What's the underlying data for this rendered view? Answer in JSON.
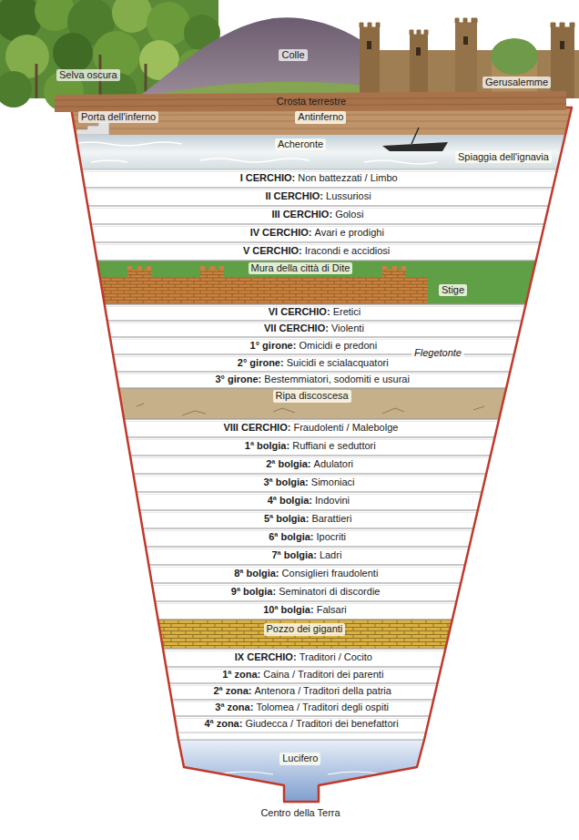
{
  "diagram": {
    "nodes": [
      {
        "text": [
          "Crosta terrestre"
        ]
      },
      {
        "text": [
          "Antinferno"
        ]
      },
      {
        "text": [
          "Acheronte",
          "Spiaggia dell'ignavia"
        ]
      },
      {
        "text": [
          "I CERCHIO:",
          "Non battezzati / Limbo"
        ]
      },
      {
        "text": [
          "II CERCHIO:",
          "Lussuriosi"
        ]
      },
      {
        "text": [
          "III CERCHIO:",
          "Golosi"
        ]
      },
      {
        "text": [
          "IV CERCHIO:",
          "Avari e prodighi"
        ]
      },
      {
        "text": [
          "V CERCHIO:",
          "Iracondi e accidiosi"
        ]
      },
      {
        "text": [
          "Mura della città di Dite",
          "Stige"
        ]
      },
      {
        "text": [
          "VI CERCHIO:",
          "Eretici"
        ]
      },
      {
        "text": [
          "VII CERCHIO:",
          "Violenti"
        ]
      },
      {
        "text": [
          "1° girone:",
          "Omicidi e predoni"
        ]
      },
      {
        "text": [
          "2° girone:",
          "Suicidi e scialacquatori"
        ]
      },
      {
        "text": [
          "3° girone:",
          "Bestemmiatori, sodomiti e usurai"
        ]
      },
      {
        "text": [
          "Ripa discoscesa"
        ]
      },
      {
        "text": [
          "VIII CERCHIO:",
          "Fraudolenti / Malebolge"
        ]
      },
      {
        "text": [
          "1ª bolgia:",
          "Ruffiani e seduttori"
        ]
      },
      {
        "text": [
          "2ª bolgia:",
          "Adulatori"
        ]
      },
      {
        "text": [
          "3ª bolgia:",
          "Simoniaci"
        ]
      },
      {
        "text": [
          "4ª bolgia:",
          "Indovini"
        ]
      },
      {
        "text": [
          "5ª bolgia:",
          "Barattieri"
        ]
      },
      {
        "text": [
          "6ª bolgia:",
          "Ipocriti"
        ]
      },
      {
        "text": [
          "7ª bolgia:",
          "Ladri"
        ]
      },
      {
        "text": [
          "8ª bolgia:",
          "Consiglieri fraudolenti"
        ]
      },
      {
        "text": [
          "9ª bolgia:",
          "Seminatori di discordie"
        ]
      },
      {
        "text": [
          "10ª bolgia:",
          "Falsari"
        ]
      },
      {
        "text": [
          "Pozzo dei giganti"
        ]
      },
      {
        "text": [
          "IX CERCHIO:",
          "Traditori / Cocito"
        ]
      },
      {
        "text": [
          "1ª zona:",
          "Caina / Traditori dei parenti"
        ]
      },
      {
        "text": [
          "2ª zona:",
          "Antenora / Traditori della patria"
        ]
      },
      {
        "text": [
          "3ª zona:",
          "Tolomea / Traditori degli ospiti"
        ]
      },
      {
        "text": [
          "4ª zona:",
          "Giudecca / Traditori dei benefattori"
        ]
      },
      {
        "text": [
          "Lucifero"
        ]
      }
    ],
    "labels": [
      "Selva oscura",
      "Colle",
      "Gerusalemme",
      "Porta dell'inferno",
      "Flegetonte",
      "Centro della Terra"
    ]
  }
}
